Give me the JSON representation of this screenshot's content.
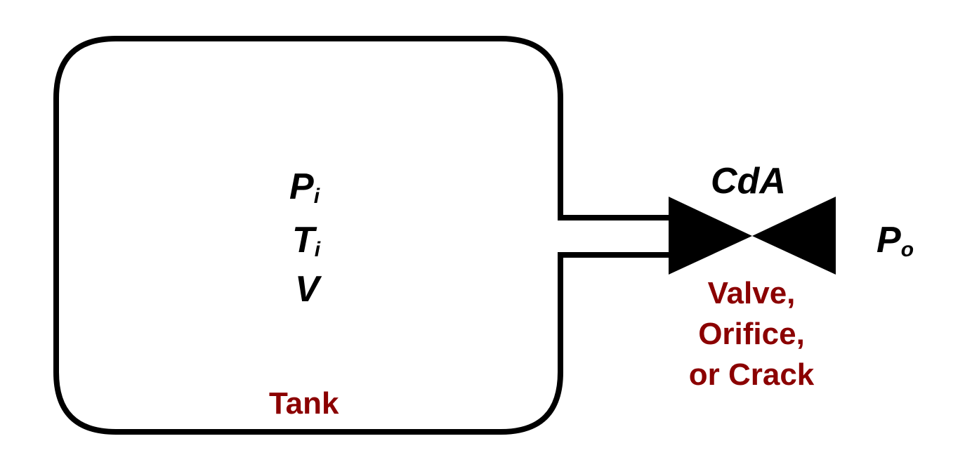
{
  "colors": {
    "stroke": "#000000",
    "caption": "#8b0000"
  },
  "tank": {
    "vars": [
      {
        "symbol": "P",
        "sub": "i"
      },
      {
        "symbol": "T",
        "sub": "i"
      },
      {
        "symbol": "V",
        "sub": ""
      }
    ],
    "label": "Tank"
  },
  "valve": {
    "param": "CdA",
    "caption": [
      "Valve,",
      "Orifice,",
      "or Crack"
    ]
  },
  "outlet": {
    "symbol": "P",
    "sub": "o"
  }
}
